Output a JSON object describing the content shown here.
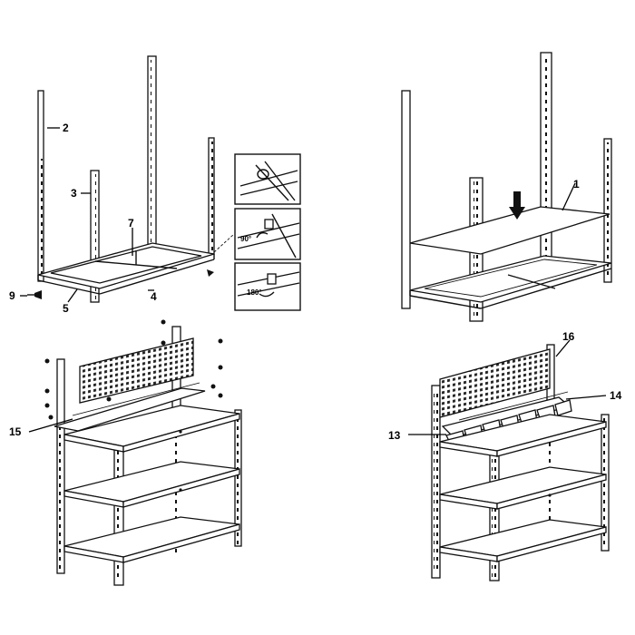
{
  "callouts": {
    "n1": "1",
    "n2": "2",
    "n3": "3",
    "n4": "4",
    "n5": "5",
    "n7": "7",
    "n9": "9",
    "n13": "13",
    "n14": "14",
    "n15": "15",
    "n16": "16"
  },
  "angles": {
    "a90": "90°",
    "a180": "180°"
  },
  "colors": {
    "line": "#111111",
    "background": "#ffffff"
  },
  "icons": {
    "press_arrow": "down-arrow-icon",
    "rotate_90": "rotate-icon",
    "rotate_180": "rotate-icon"
  }
}
